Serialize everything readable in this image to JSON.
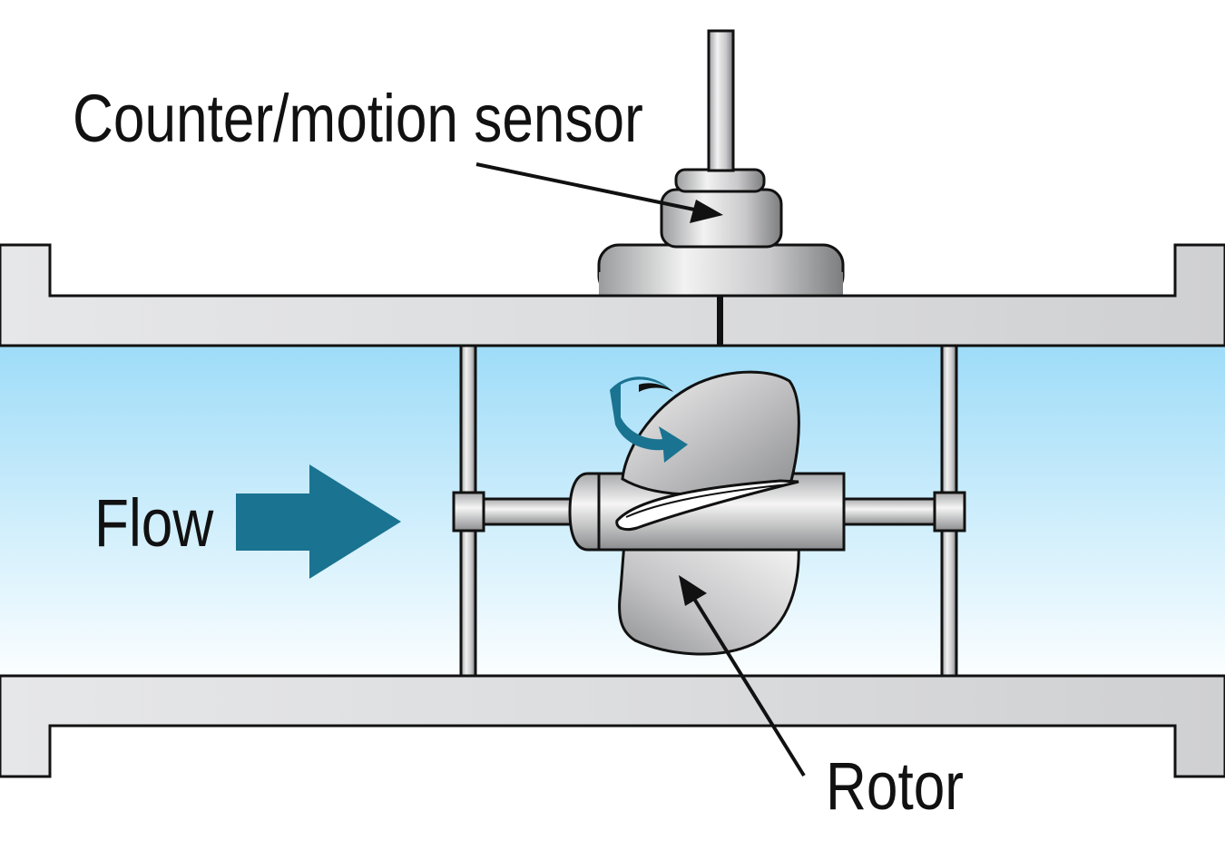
{
  "diagram": {
    "labels": {
      "sensor": "Counter/motion sensor",
      "flow": "Flow",
      "rotor": "Rotor"
    },
    "colors": {
      "fluid_top": "#9edcf8",
      "fluid_bottom": "#ffffff",
      "pipe_wall": "#d4d5d7",
      "outline": "#111111",
      "flow_arrow": "#1a7390",
      "metal_light": "#f4f4f4",
      "metal_dark": "#8a8b8d"
    },
    "icons": {
      "flow_arrow": "arrow-right-icon",
      "rotation_arrow": "curved-arrow-icon",
      "pointer": "arrow-pointer-icon"
    }
  }
}
